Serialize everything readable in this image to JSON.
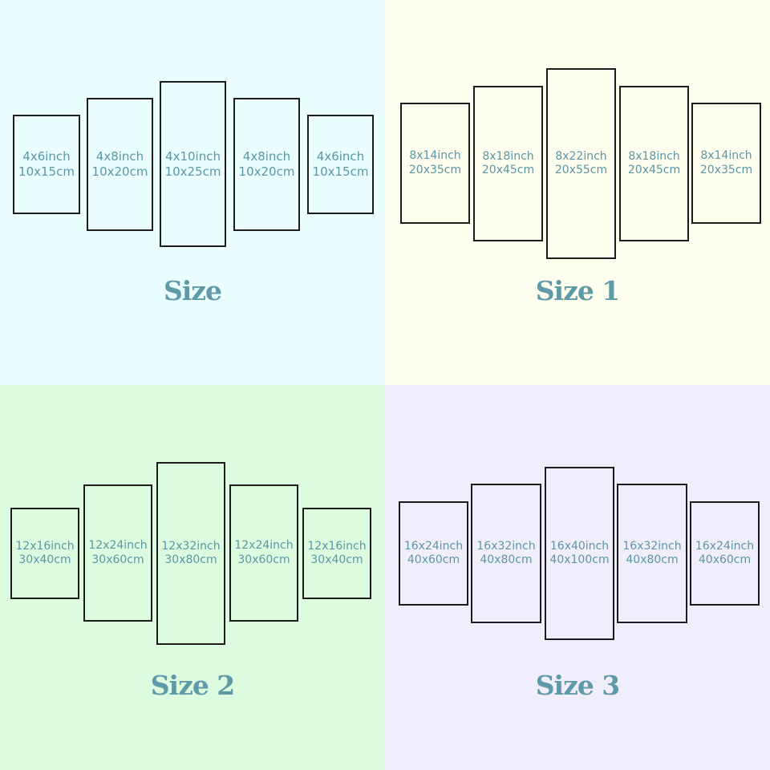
{
  "colors": {
    "label": "#5a97a6",
    "caption": "#5f9aa8",
    "border": "#1c1c1c"
  },
  "panels": [
    {
      "caption": "Size",
      "background": "#eafeff",
      "frames": [
        {
          "inch": "4x6inch",
          "cm": "10x15cm"
        },
        {
          "inch": "4x8inch",
          "cm": "10x20cm"
        },
        {
          "inch": "4x10inch",
          "cm": "10x25cm"
        },
        {
          "inch": "4x8inch",
          "cm": "10x20cm"
        },
        {
          "inch": "4x6inch",
          "cm": "10x15cm"
        }
      ]
    },
    {
      "caption": "Size 1",
      "background": "#fefeee",
      "frames": [
        {
          "inch": "8x14inch",
          "cm": "20x35cm"
        },
        {
          "inch": "8x18inch",
          "cm": "20x45cm"
        },
        {
          "inch": "8x22inch",
          "cm": "20x55cm"
        },
        {
          "inch": "8x18inch",
          "cm": "20x45cm"
        },
        {
          "inch": "8x14inch",
          "cm": "20x35cm"
        }
      ]
    },
    {
      "caption": "Size 2",
      "background": "#ddfbdf",
      "frames": [
        {
          "inch": "12x16inch",
          "cm": "30x40cm"
        },
        {
          "inch": "12x24inch",
          "cm": "30x60cm"
        },
        {
          "inch": "12x32inch",
          "cm": "30x80cm"
        },
        {
          "inch": "12x24inch",
          "cm": "30x60cm"
        },
        {
          "inch": "12x16inch",
          "cm": "30x40cm"
        }
      ]
    },
    {
      "caption": "Size 3",
      "background": "#f1eefb",
      "frames": [
        {
          "inch": "16x24inch",
          "cm": "40x60cm"
        },
        {
          "inch": "16x32inch",
          "cm": "40x80cm"
        },
        {
          "inch": "16x40inch",
          "cm": "40x100cm"
        },
        {
          "inch": "16x32inch",
          "cm": "40x80cm"
        },
        {
          "inch": "16x24inch",
          "cm": "40x60cm"
        }
      ]
    }
  ]
}
